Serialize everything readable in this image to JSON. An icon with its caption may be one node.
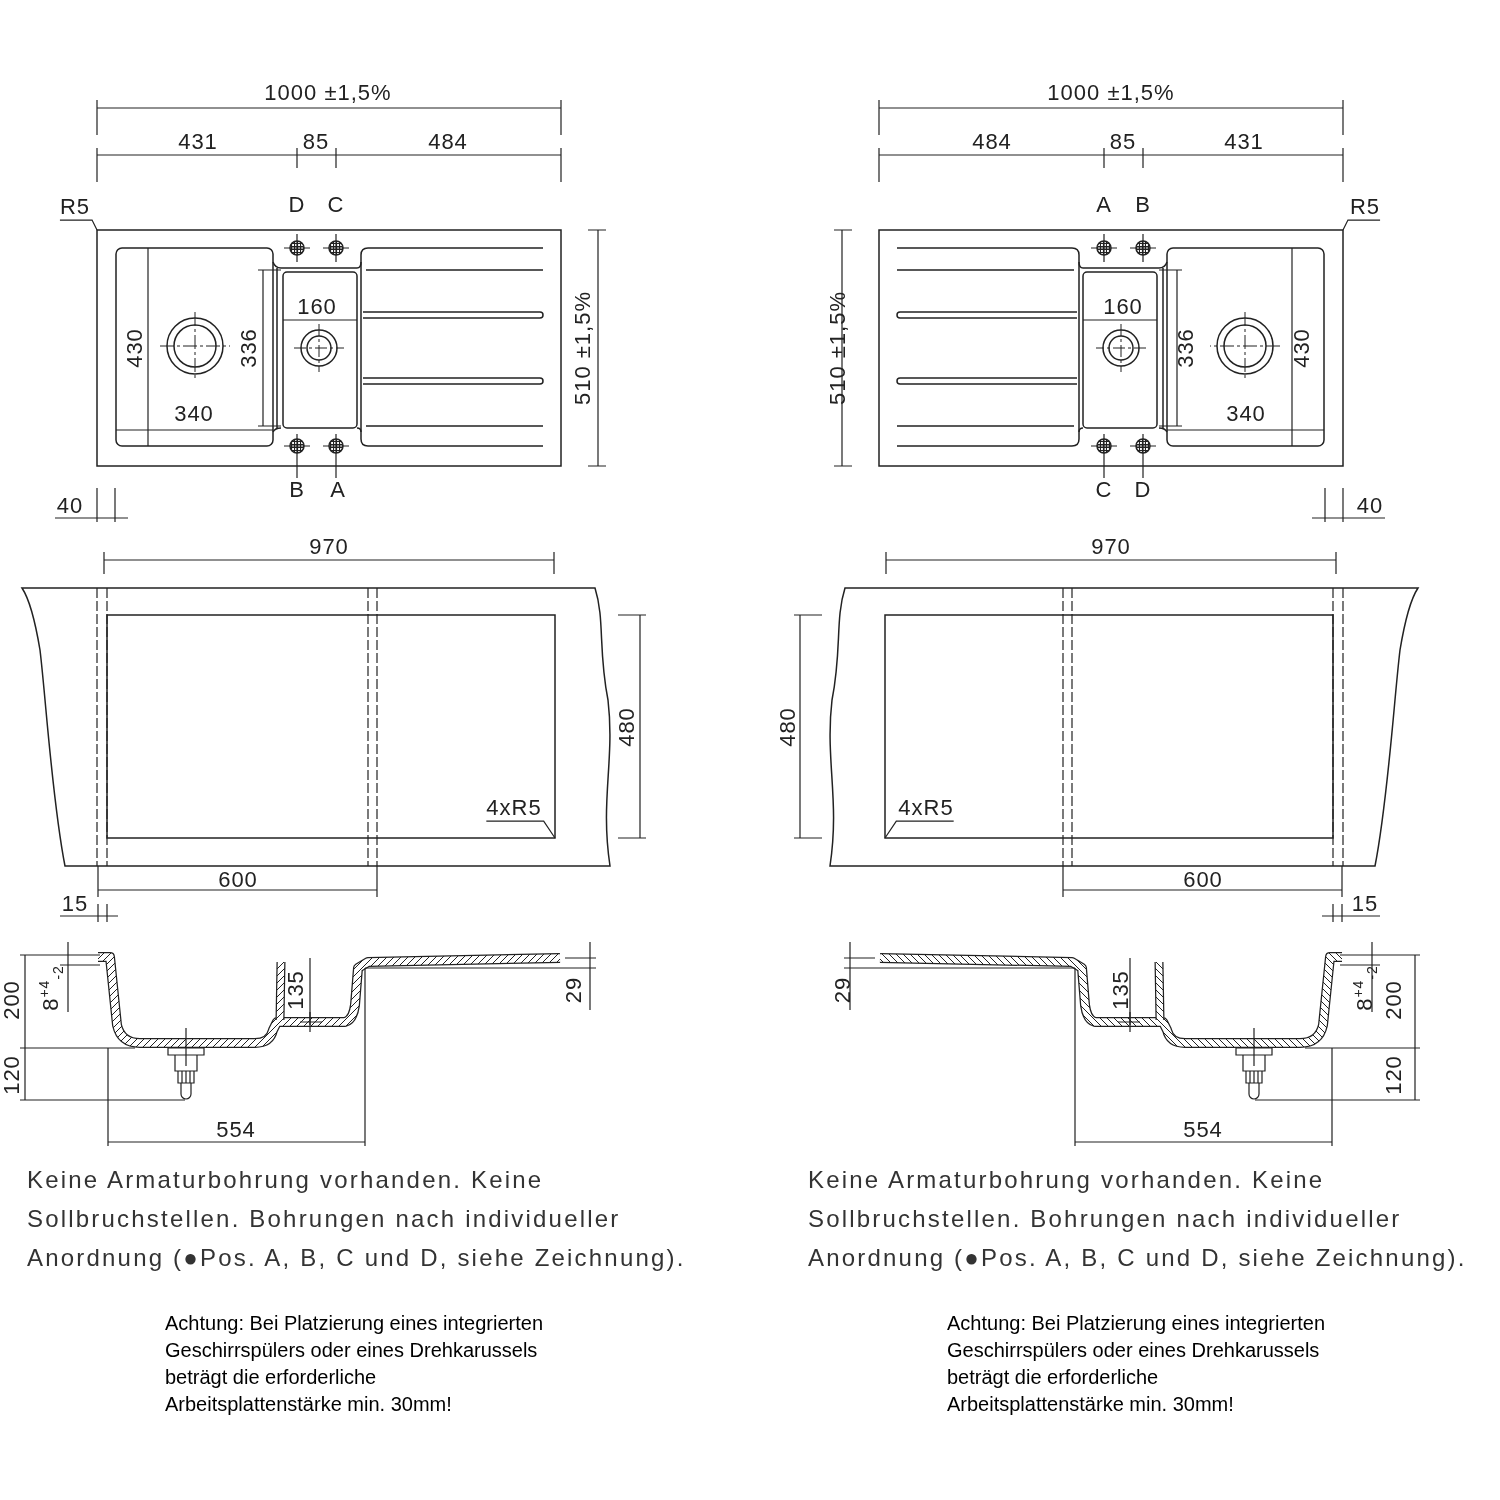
{
  "diagram": {
    "nodes": [
      {
        "text": [
          "R5"
        ]
      },
      {
        "text": [
          "R5"
        ]
      },
      {
        "text": [
          "4xR5"
        ]
      },
      {
        "text": [
          "4xR5"
        ]
      }
    ],
    "edges": [
      {
        "from": 0,
        "to": null,
        "arrow": "none"
      },
      {
        "from": 1,
        "to": null,
        "arrow": "none"
      },
      {
        "from": 2,
        "to": null,
        "arrow": "none"
      },
      {
        "from": 3,
        "to": null,
        "arrow": "none"
      }
    ],
    "labels": [
      "1000 ±1,5%",
      "431",
      "85",
      "484",
      "D",
      "C",
      "160",
      "430",
      "336",
      "510 ±1,5%",
      "340",
      "B",
      "A",
      "40",
      "1000 ±1,5%",
      "484",
      "85",
      "431",
      "A",
      "B",
      "160",
      "510 ±1,5%",
      "336",
      "430",
      "340",
      "C",
      "D",
      "40",
      "970",
      "480",
      "600",
      "15",
      "970",
      "480",
      "600",
      "15",
      "200",
      "8$^{+4}$$_{-2}$",
      "135",
      "29",
      "120",
      "554",
      "29",
      "135",
      "8$^{+4}$$_{-2}$",
      "200",
      "120",
      "554",
      "Keine Armaturbohrung vorhanden. Keine Sollbruchstellen. Bohrungen nach individueller Anordnung (●Pos. A, B, C und D, siehe Zeichnung).",
      "Keine Armaturbohrung vorhanden. Keine Sollbruchstellen. Bohrungen nach individueller Anordnung (●Pos. A, B, C und D, siehe Zeichnung).",
      "Achtung: Bei Platzierung eines integrierten Geschirrspülers oder eines Drehkarussels beträgt die erforderliche Arbeitsplattenstärke min. 30mm!",
      "Achtung: Bei Platzierung eines integrierten Geschirrspülers oder eines Drehkarussels beträgt die erforderliche Arbeitsplattenstärke min. 30mm!"
    ]
  }
}
